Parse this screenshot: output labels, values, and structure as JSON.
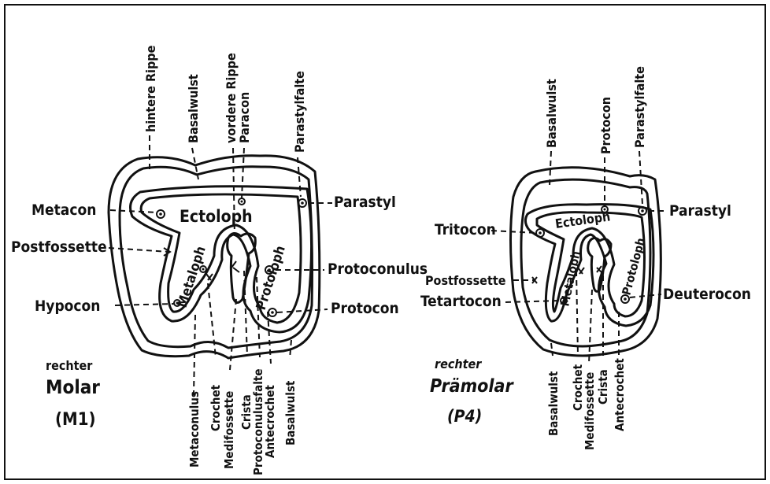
{
  "molar": {
    "caption": {
      "line1": "rechter",
      "line2": "Molar",
      "line3": "(M1)"
    },
    "labels": {
      "metacon": "Metacon",
      "postfossette": "Postfossette",
      "hypocon": "Hypocon",
      "parastyl": "Parastyl",
      "protoconulus": "Protoconulus",
      "protocon": "Protocon",
      "ectoloph": "Ectoloph",
      "metaloph": "Metaloph",
      "protoloph": "Protoloph",
      "hintere_rippe": "hintere Rippe",
      "basalwulst_top": "Basalwulst",
      "vordere_rippe": "vordere Rippe",
      "paracon": "Paracon",
      "parastylfalte": "Parastylfalte",
      "metaconulus": "Metaconulus",
      "crochet": "Crochet",
      "medifossette": "Medifossette",
      "crista": "Crista",
      "protoconulusfalte": "Protoconulusfalte",
      "antecrochet": "Antecrochet",
      "basalwulst_bottom": "Basalwulst"
    }
  },
  "premolar": {
    "caption": {
      "line1": "rechter",
      "line2": "Prämolar",
      "line3": "(P4)"
    },
    "labels": {
      "tritocon": "Tritocon",
      "postfossette": "Postfossette",
      "tetartocon": "Tetartocon",
      "parastyl": "Parastyl",
      "deuterocon": "Deuterocon",
      "ectoloph": "Ectoloph",
      "metaloph": "Metaloph",
      "protoloph": "Protoloph",
      "basalwulst_top": "Basalwulst",
      "protocon": "Protocon",
      "parastylfalte": "Parastylfalte",
      "basalwulst_bottom": "Basalwulst",
      "crochet": "Crochet",
      "medifossette": "Medifossette",
      "crista": "Crista",
      "antecrochet": "Antecrochet"
    }
  }
}
